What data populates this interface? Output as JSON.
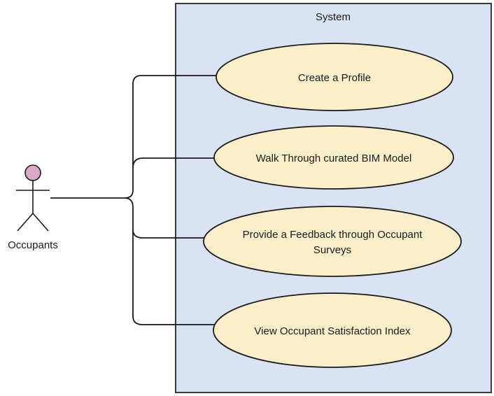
{
  "diagram": {
    "system_title": "System",
    "actor": {
      "label": "Occupants"
    },
    "use_cases": [
      {
        "line1": "Create a Profile",
        "line2": ""
      },
      {
        "line1": "Walk Through curated BIM Model",
        "line2": ""
      },
      {
        "line1": "Provide a Feedback through Occupant",
        "line2": "Surveys"
      },
      {
        "line1": "View Occupant Satisfaction Index",
        "line2": ""
      }
    ]
  },
  "colors": {
    "system_fill": "#d9e3f4",
    "usecase_fill": "#fbefc9",
    "actor_head_fill": "#d9a9c6",
    "stroke": "#1a1a1a"
  }
}
